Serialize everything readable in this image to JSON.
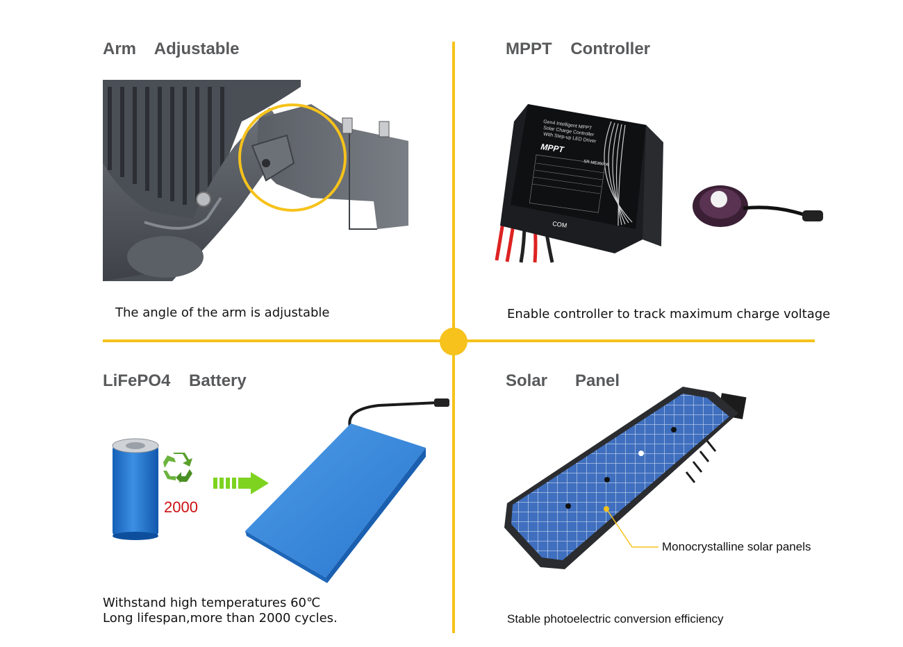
{
  "colors": {
    "divider": "#f6c21b",
    "title": "#58595b",
    "red_number": "#cc1010"
  },
  "quadrants": {
    "arm": {
      "title": "Arm    Adjustable",
      "caption": "The angle of the arm is adjustable"
    },
    "mppt": {
      "title": "MPPT    Controller",
      "caption": "Enable controller to track maximum charge voltage",
      "device": {
        "line1": "Gen4 Intelligent MPPT",
        "line2": "Solar Charge Controller",
        "line3": "With Step-up LED Driver",
        "brand": "MPPT",
        "model": "SR-ME360-W",
        "port": "COM"
      }
    },
    "battery": {
      "title": "LiFePO4    Battery",
      "cycles": "2000",
      "caption_line1": "Withstand high temperatures 60℃",
      "caption_line2": "Long lifespan,more than 2000 cycles."
    },
    "solar": {
      "title": "Solar      Panel",
      "callout": "Monocrystalline solar panels",
      "caption": "Stable photoelectric conversion efficiency"
    }
  },
  "icons": [
    "recycle-icon",
    "arrow-right-icon",
    "highlight-circle-icon"
  ]
}
